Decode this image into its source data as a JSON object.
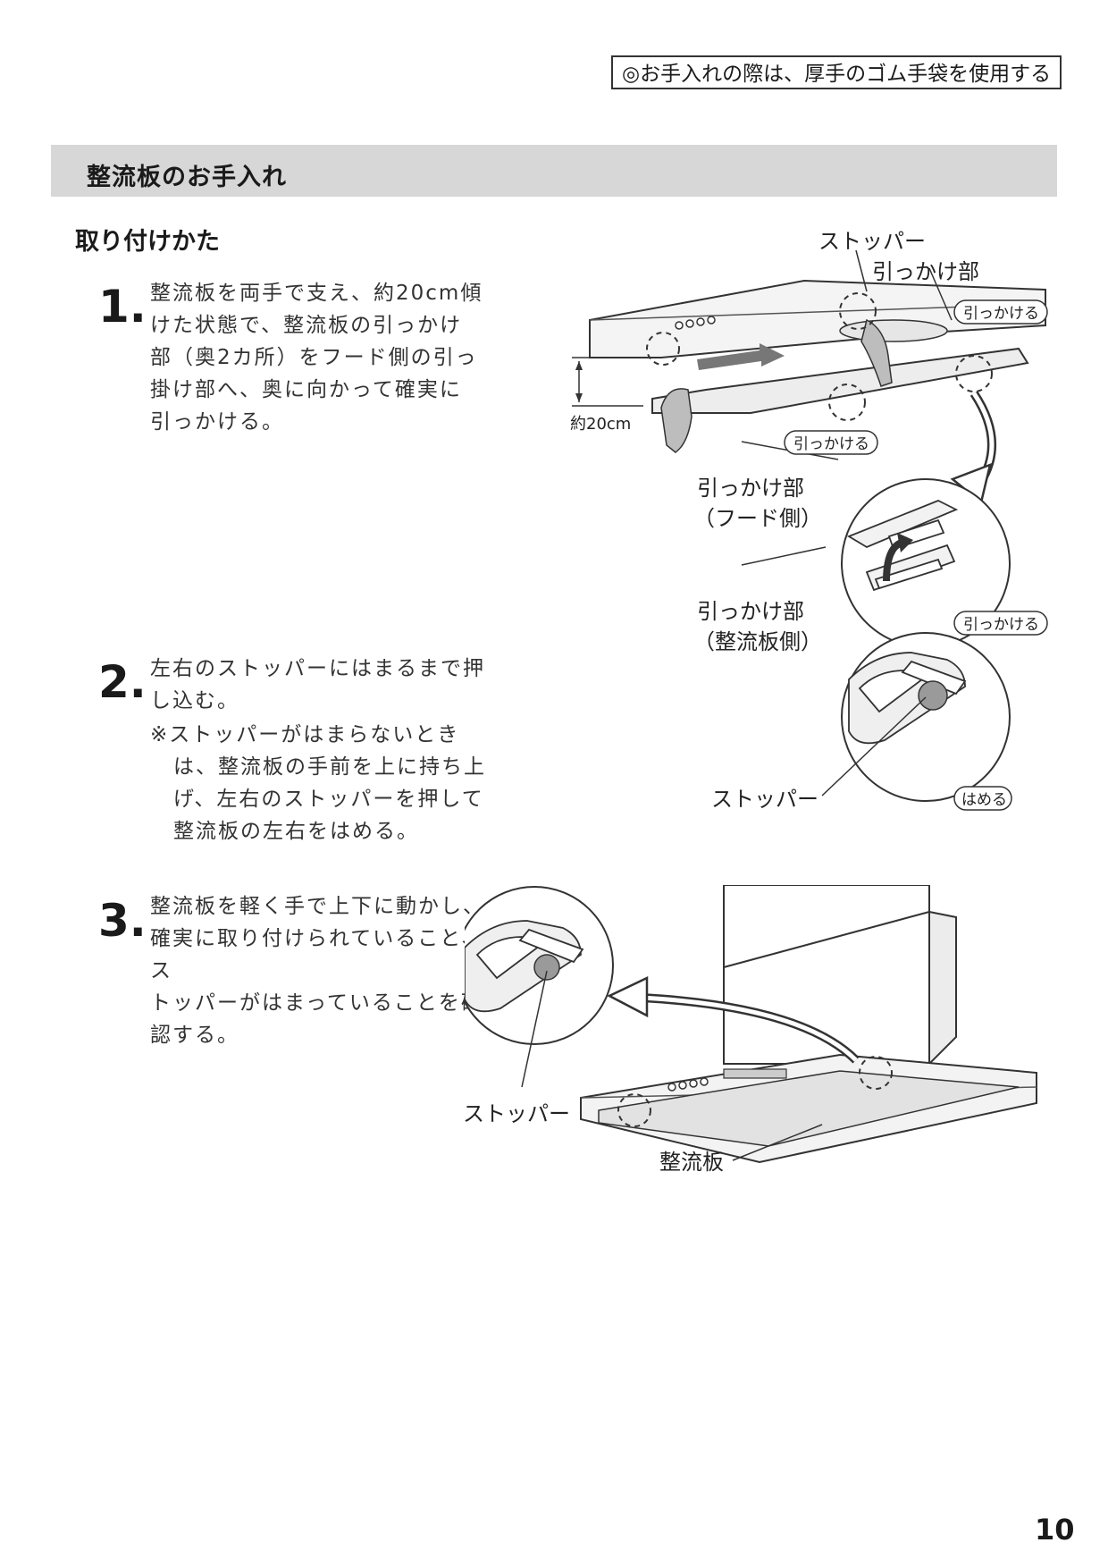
{
  "notice": "◎お手入れの際は、厚手のゴム手袋を使用する",
  "section_title": "整流板のお手入れ",
  "subheading": "取り付けかた",
  "steps": [
    {
      "number": "1.",
      "lines": [
        "整流板を両手で支え、約20cm傾",
        "けた状態で、整流板の引っかけ",
        "部（奥2カ所）をフード側の引っ",
        "掛け部へ、奥に向かって確実に",
        "引っかける。"
      ]
    },
    {
      "number": "2.",
      "lines": [
        "左右のストッパーにはまるまで押",
        "し込む。"
      ],
      "note_lines": [
        "※ストッパーがはまらないとき",
        "は、整流板の手前を上に持ち上",
        "げ、左右のストッパーを押して",
        "整流板の左右をはめる。"
      ]
    },
    {
      "number": "3.",
      "lines": [
        "整流板を軽く手で上下に動かし、",
        "確実に取り付けられていること、ス",
        "トッパーがはまっていることを確",
        "認する。"
      ]
    }
  ],
  "diagram1": {
    "stopper": "ストッパー",
    "hook_part": "引っかけ部",
    "hook_action": "引っかける",
    "distance": "約20cm",
    "hood_side_1": "引っかけ部",
    "hood_side_2": "（フード側）",
    "plate_side_1": "引っかけ部",
    "plate_side_2": "（整流板側）",
    "stopper_2": "ストッパー",
    "fit_action": "はめる"
  },
  "diagram2": {
    "stopper": "ストッパー",
    "plate": "整流板"
  },
  "page_number": "10"
}
